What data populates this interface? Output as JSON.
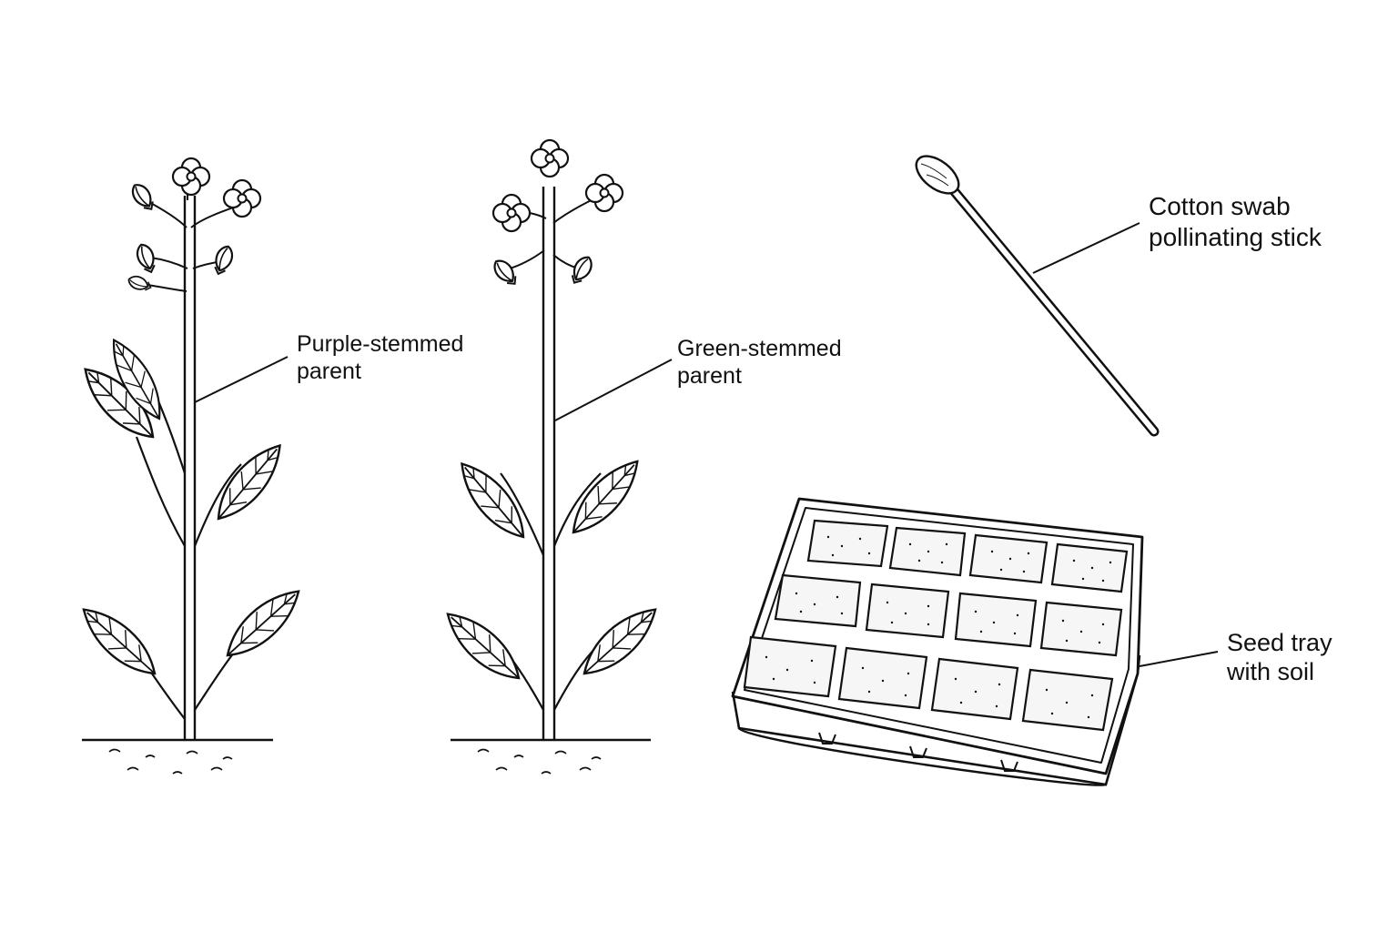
{
  "labels": {
    "purple_parent": {
      "line1": "Purple-stemmed",
      "line2": "parent"
    },
    "green_parent": {
      "line1": "Green-stemmed",
      "line2": "parent"
    },
    "swab": {
      "line1": "Cotton swab",
      "line2": "pollinating stick"
    },
    "tray": {
      "line1": "Seed tray",
      "line2": "with soil"
    }
  },
  "colors": {
    "ink": "#111111",
    "background": "#ffffff",
    "soil_fill": "#f6f6f6"
  },
  "icons": [
    "flower-icon",
    "leaf-icon",
    "bud-icon",
    "cotton-swab-icon",
    "seed-tray-icon"
  ]
}
